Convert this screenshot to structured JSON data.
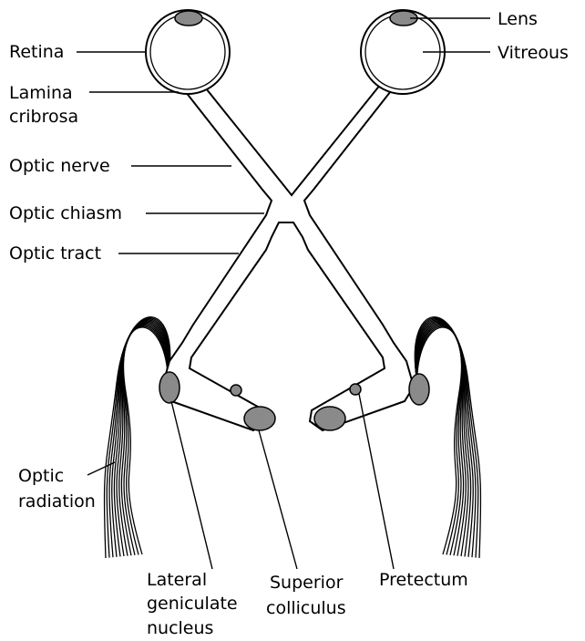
{
  "labels": {
    "retina": "Retina",
    "lamina_line1": "Lamina",
    "lamina_line2": "cribrosa",
    "optic_nerve": "Optic nerve",
    "optic_chiasm": "Optic chiasm",
    "optic_tract": "Optic tract",
    "optic_radiation_line1": "Optic",
    "optic_radiation_line2": "radiation",
    "lens": "Lens",
    "vitreous": "Vitreous",
    "lgn_line1": "Lateral",
    "lgn_line2": "geniculate",
    "lgn_line3": "nucleus",
    "sc_line1": "Superior",
    "sc_line2": "colliculus",
    "pretectum": "Pretectum"
  },
  "colors": {
    "nucleus_fill": "#8a8a8a",
    "lens_fill": "#8a8a8a",
    "line": "#000000",
    "background": "#ffffff"
  }
}
